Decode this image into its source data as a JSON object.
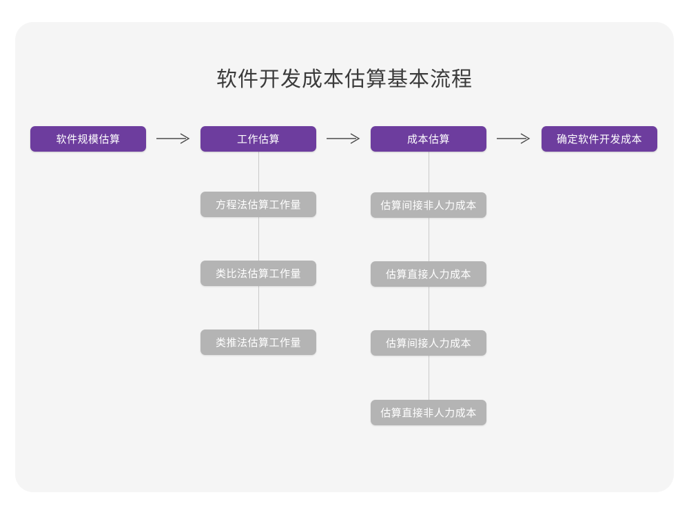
{
  "diagram": {
    "title": "软件开发成本估算基本流程",
    "colors": {
      "page_background": "#ffffff",
      "card_background": "#f5f5f5",
      "primary_node": "#6d3d9e",
      "sub_node": "#b4b4b4",
      "node_text": "#ffffff",
      "title_text": "#3b3b3b",
      "connector": "#c9c9c9",
      "arrow": "#4a4a4a"
    },
    "arrow_glyph": "long-right-arrow",
    "stages": [
      {
        "id": "stage-1",
        "label": "软件规模估算",
        "substeps": []
      },
      {
        "id": "stage-2",
        "label": "工作估算",
        "substeps": [
          "方程法估算工作量",
          "类比法估算工作量",
          "类推法估算工作量"
        ]
      },
      {
        "id": "stage-3",
        "label": "成本估算",
        "substeps": [
          "估算间接非人力成本",
          "估算直接人力成本",
          "估算间接人力成本",
          "估算直接非人力成本"
        ]
      },
      {
        "id": "stage-4",
        "label": "确定软件开发成本",
        "substeps": []
      }
    ]
  }
}
